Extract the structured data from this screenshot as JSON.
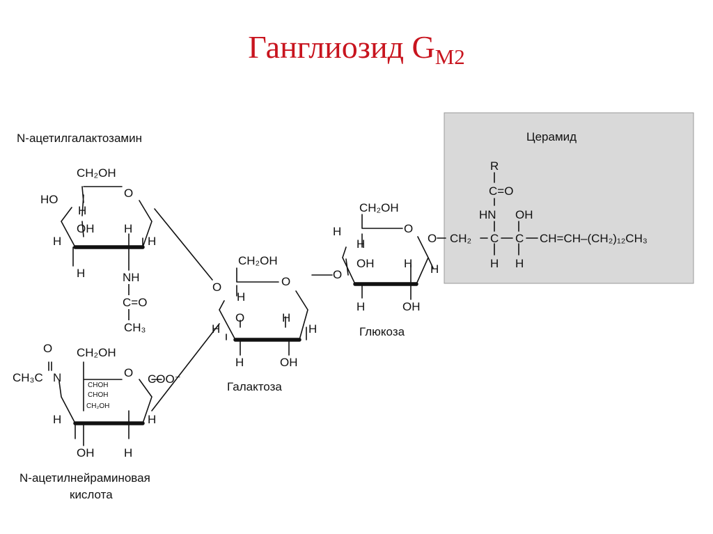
{
  "title": {
    "main": "Ганглиозид G",
    "subscript": "M2",
    "color": "#c8141e"
  },
  "diagram": {
    "ceramide_box_fill": "#d9d9d9",
    "labels": {
      "galnac": "N-ацетилгалактозамин",
      "neuac_line1": "N-ацетилнейраминовая",
      "neuac_line2": "кислота",
      "galactose": "Галактоза",
      "glucose": "Глюкоза",
      "ceramide": "Церамид"
    },
    "galnac": {
      "ch2oh": "CH₂OH",
      "ring_o": "O",
      "ho": "HO",
      "h_upper": "H",
      "oh_inner": "OH",
      "h_inner": "H",
      "h_left": "H",
      "h_right": "H",
      "h_bottom": "H",
      "nh": "NH",
      "c_eq_o": "C=O",
      "ch3": "CH₃"
    },
    "neuac": {
      "o_top": "O",
      "ch3c": "CH₃C",
      "n": "N",
      "ch2oh": "CH₂OH",
      "ring_o": "O",
      "choh1": "CHOH",
      "choh2": "CHOH",
      "ch2oh_small": "CH₂OH",
      "coo": "COO⁻",
      "h_left": "H",
      "h_right": "H",
      "oh": "OH",
      "h_bottom": "H"
    },
    "galactose": {
      "o_left": "O",
      "ch2oh": "CH₂OH",
      "ring_o": "O",
      "h_upper": "H",
      "o_inner": "O",
      "h_inner": "H",
      "h_left": "H",
      "h_right": "H",
      "h_bottom": "H",
      "oh": "OH"
    },
    "glucose": {
      "o_left": "O",
      "ch2oh": "CH₂OH",
      "ring_o": "O",
      "h_upper": "H",
      "h_left": "H",
      "oh_inner": "OH",
      "h_inner": "H",
      "h_right": "H",
      "h_bottom": "H",
      "oh_bottom": "OH"
    },
    "ceramide": {
      "r": "R",
      "c_eq_o": "C=O",
      "nh": "HN",
      "oh": "OH",
      "o_link": "O",
      "ch2": "CH₂",
      "c1": "C",
      "c2": "C",
      "chain": "CH=CH–(CH₂)₁₂CH₃",
      "h1": "H",
      "h2": "H"
    }
  }
}
